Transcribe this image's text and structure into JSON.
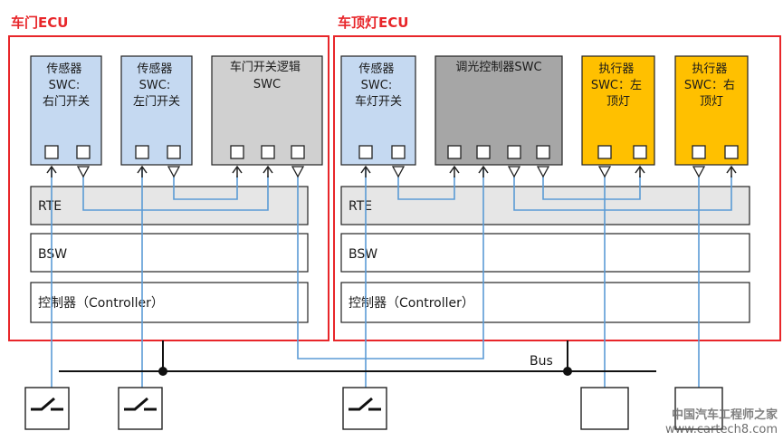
{
  "ecus": {
    "door": {
      "title": "车门ECU"
    },
    "roof": {
      "title": "车顶灯ECU"
    }
  },
  "swcs": {
    "sensor_right_door": {
      "lines": [
        "传感器",
        "SWC:",
        "右门开关"
      ]
    },
    "sensor_left_door": {
      "lines": [
        "传感器",
        "SWC:",
        "左门开关"
      ]
    },
    "door_logic": {
      "lines": [
        "车门开关逻辑",
        "SWC"
      ]
    },
    "sensor_lamp": {
      "lines": [
        "传感器",
        "SWC:",
        "车灯开关"
      ]
    },
    "dimmer": {
      "lines": [
        "调光控制器SWC"
      ]
    },
    "actuator_left": {
      "lines": [
        "执行器",
        "SWC：左",
        "顶灯"
      ]
    },
    "actuator_right": {
      "lines": [
        "执行器",
        "SWC：右",
        "顶灯"
      ]
    }
  },
  "layers": {
    "rte": "RTE",
    "bsw": "BSW",
    "controller": "控制器（Controller）"
  },
  "bus": {
    "label": "Bus"
  },
  "watermark": {
    "line1": "中国汽车工程师之家",
    "line2": "www.cartech8.com"
  },
  "colors": {
    "ecu_border": "#e8262a",
    "sensor_fill": "#c5d9f1",
    "logic_fill": "#d0d0d0",
    "dimmer_fill": "#a6a6a6",
    "actuator_fill": "#ffc000",
    "rte_fill": "#e6e6e6",
    "wire": "#5b9bd5"
  }
}
